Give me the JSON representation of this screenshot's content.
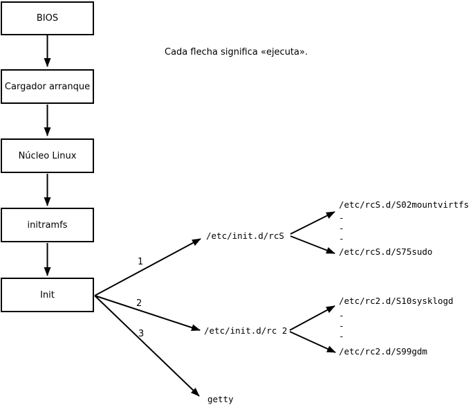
{
  "title": "Cada flecha significa «ejecuta».",
  "flow_boxes": [
    {
      "label": "BIOS"
    },
    {
      "label": "Cargador arranque"
    },
    {
      "label": "Núcleo Linux"
    },
    {
      "label": "initramfs"
    },
    {
      "label": "Init"
    }
  ],
  "arrow_labels": {
    "rcS": "1",
    "rc2": "2",
    "getty": "3"
  },
  "scripts": {
    "rcS": "/etc/init.d/rcS",
    "rc2": "/etc/init.d/rc 2",
    "getty": "getty"
  },
  "rcS_children": {
    "first": "/etc/rcS.d/S02mountvirtfs",
    "ellipsis": [
      "-",
      "-",
      "-"
    ],
    "last": "/etc/rcS.d/S75sudo"
  },
  "rc2_children": {
    "first": "/etc/rc2.d/S10sysklogd",
    "ellipsis": [
      "-",
      "-",
      "-"
    ],
    "last": "/etc/rc2.d/S99gdm"
  },
  "colors": {
    "line": "#000000",
    "background": "#ffffff",
    "text": "#000000"
  }
}
